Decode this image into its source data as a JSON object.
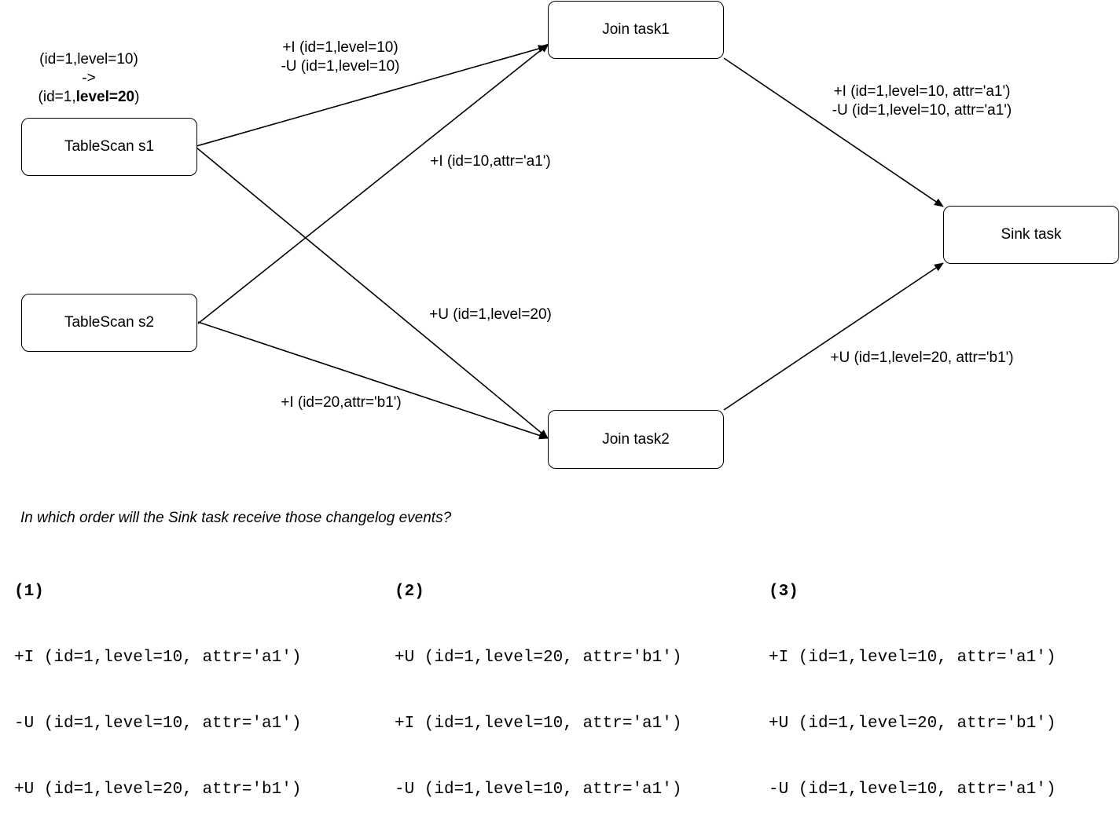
{
  "nodes": {
    "join_task1": "Join task1",
    "join_task2": "Join task2",
    "tablescan_s1": "TableScan s1",
    "tablescan_s2": "TableScan s2",
    "sink_task": "Sink task"
  },
  "source_update": {
    "old": "(id=1,level=10)",
    "arrow": "->",
    "new_prefix": "(id=1,",
    "new_bold": "level=20",
    "new_suffix": ")"
  },
  "edge_labels": {
    "s1_to_join1": [
      "+I (id=1,level=10)",
      "-U (id=1,level=10)"
    ],
    "s2_to_join1": "+I (id=10,attr='a1')",
    "s1_to_join2": "+U (id=1,level=20)",
    "s2_to_join2": "+I (id=20,attr='b1')",
    "join1_to_sink": [
      "+I (id=1,level=10, attr='a1')",
      "-U (id=1,level=10, attr='a1')"
    ],
    "join2_to_sink": "+U (id=1,level=20, attr='b1')"
  },
  "question": "In which order will the Sink task receive those changelog events?",
  "options": [
    {
      "title": "(1)",
      "lines": [
        "+I (id=1,level=10, attr='a1')",
        "-U (id=1,level=10, attr='a1')",
        "+U (id=1,level=20, attr='b1')"
      ]
    },
    {
      "title": "(2)",
      "lines": [
        "+U (id=1,level=20, attr='b1')",
        "+I (id=1,level=10, attr='a1')",
        "-U (id=1,level=10, attr='a1')"
      ]
    },
    {
      "title": "(3)",
      "lines": [
        "+I (id=1,level=10, attr='a1')",
        "+U (id=1,level=20, attr='b1')",
        "-U (id=1,level=10, attr='a1')"
      ]
    }
  ]
}
